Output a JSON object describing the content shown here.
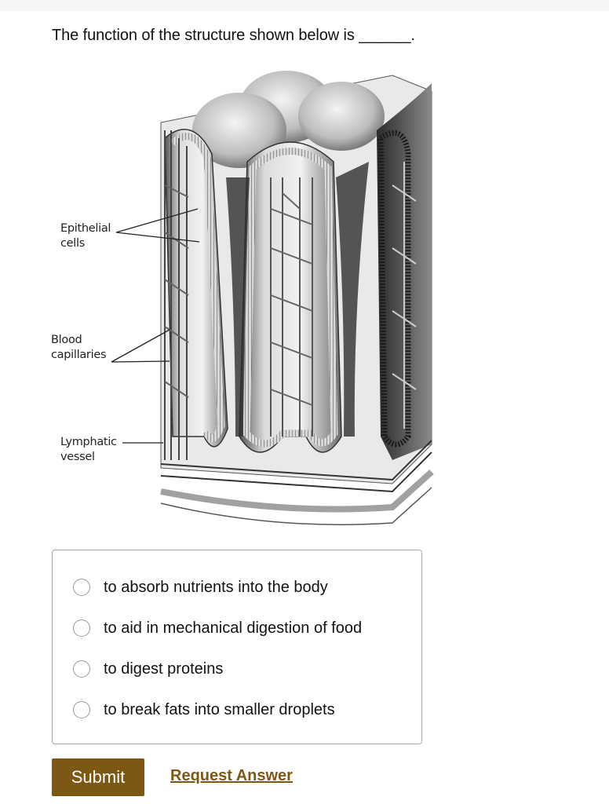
{
  "question": {
    "text": "The function of the structure shown below is ______."
  },
  "figure": {
    "labels": {
      "epithelial": "Epithelial\ncells",
      "blood": "Blood\ncapillaries",
      "lymphatic": "Lymphatic\nvessel"
    }
  },
  "choices": [
    {
      "label": "to absorb nutrients into the body",
      "selected": false
    },
    {
      "label": "to aid in mechanical digestion of food",
      "selected": false
    },
    {
      "label": "to digest proteins",
      "selected": false
    },
    {
      "label": "to break fats into smaller droplets",
      "selected": false
    }
  ],
  "actions": {
    "submit_label": "Submit",
    "request_label": "Request Answer"
  },
  "colors": {
    "accent": "#7d5714",
    "border": "#a8a8a8"
  }
}
